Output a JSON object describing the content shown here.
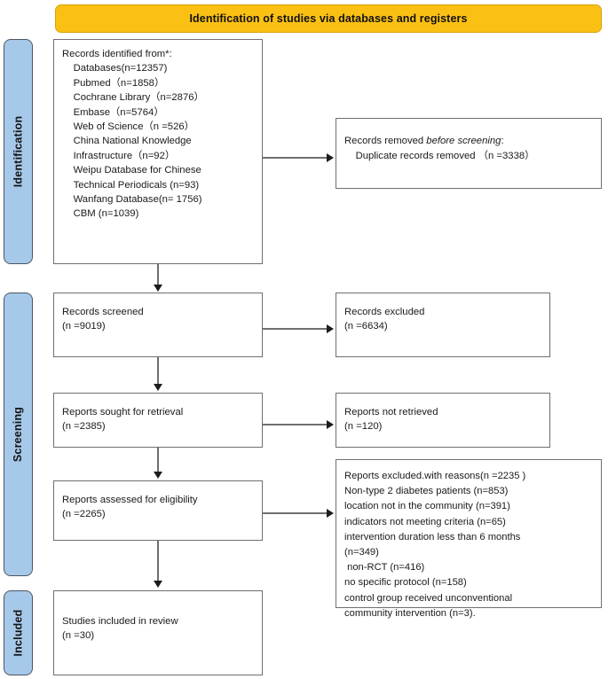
{
  "header": {
    "title": "Identification of studies via databases and registers",
    "background_color": "#fbc014"
  },
  "stages": {
    "identification": "Identification",
    "screening": "Screening",
    "included": "Included",
    "rail_color": "#a6c9e9"
  },
  "boxes": {
    "identified": "Records identified from*:\n    Databases(n=12357)\n    Pubmed（n=1858）\n    Cochrane Library（n=2876）\n    Embase（n=5764）\n    Web of Science（n =526）\n    China National Knowledge\n    Infrastructure（n=92）\n    Weipu Database for Chinese\n    Technical Periodicals (n=93)\n    Wanfang Database(n= 1756)\n    CBM (n=1039)",
    "removed_prefix": "Records removed ",
    "removed_italic": "before screening",
    "removed_suffix": ":\n    Duplicate records removed （n =3338）",
    "screened": "Records screened\n(n =9019)",
    "excluded": "Records excluded\n(n =6634)",
    "sought": "Reports sought for retrieval\n(n =2385)",
    "not_retrieved": "Reports not retrieved\n(n =120)",
    "eligibility": "Reports assessed for eligibility\n(n =2265)",
    "excluded_reasons": "Reports excluded.with reasons(n =2235 )\nNon-type 2 diabetes patients (n=853)\nlocation not in the community (n=391)\nindicators not meeting criteria (n=65)\nintervention duration less than 6 months\n(n=349)\n non-RCT (n=416)\nno specific protocol (n=158)\ncontrol group received unconventional\ncommunity intervention (n=3).",
    "included": "Studies included in review\n(n =30)"
  }
}
